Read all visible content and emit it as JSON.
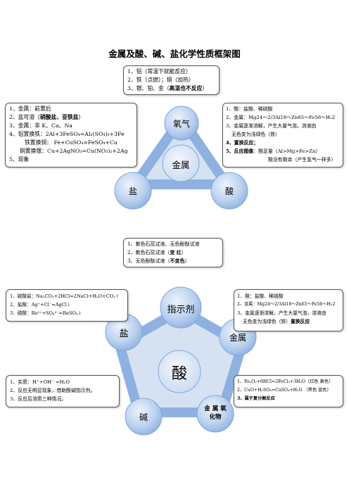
{
  "title": "金属及酸、碱、盐化学性质框架图",
  "metal_diagram": {
    "center": "金属",
    "nodes": {
      "oxygen": "氧气",
      "salt": "盐",
      "acid": "酸"
    },
    "box_top": [
      "1、铝（常温下就能反应）",
      "2、铁（点燃）；铜（加热）",
      "3、银、铂、金（",
      "高温也不反应",
      "）"
    ],
    "box_left": {
      "l1": "1、金属：前置后",
      "l2a": "2、盐可溶（",
      "l2b": "硝酸盐、亚铁盐",
      "l2c": "）",
      "l3": "3、金属：非 K、Ca、Na",
      "l4": "4、铝置换铁：2Al+3FeSO₄=Al₂(SO₄)₃+3Fe",
      "l5": "铁置换铜：  Fe+CuSO₄=FeSO₄+Cu",
      "l6": "铜置换银：Cu+2AgNO₃=Cu(NO₃)₂+2Ag",
      "l7": "5、现象"
    },
    "box_right": {
      "l1": "1、酸：盐酸、稀硫酸",
      "l2": "2、金属：Mg24～2/3Al18～Zn65～Fe56～H₂2",
      "l3": "3、金属逐渐溶解，产生大量气泡，溶液由",
      "l4": "无色变为浅绿色（铁）",
      "l5": "4、置换反应；",
      "l6a": "5、反应图像",
      "l6b": "：酸足量（Al>Mg>Fe>Zn）",
      "l7": "酸没有剩余（产生氢气一样多）"
    },
    "box_bottom": {
      "l1": "1、紫色石蕊试液、无色酚酞试液",
      "l2a": "2、紫色石蕊试液（",
      "l2b": "变  红",
      "l2c": "）",
      "l3a": "3、无色酚酞试液（",
      "l3b": "不变色",
      "l3c": "）"
    }
  },
  "acid_diagram": {
    "center": "酸",
    "nodes": {
      "indicator": "指示剂",
      "salt": "盐",
      "metal": "金属",
      "base": "碱",
      "metal_oxide": "金 属 氧 化物"
    },
    "box_left_top": {
      "l1": "1、碳酸盐：Na₂CO₃+2HCl=2NaCl+H₂O+CO₂↑",
      "l2": "2、盐酸：Ag⁺+Cl⁻=AgCl↓",
      "l3": "3、硫酸：Ba²⁺+SO₄²⁻=BaSO₄↓"
    },
    "box_right_top": {
      "l1": "1、酸：盐酸、稀硫酸",
      "l2": "2、金属：Mg24～2/3Al18～Zn65～Fe56～H₂2",
      "l3": "3、金属逐渐溶解，产生大量气泡，溶液由",
      "l4a": "无色变为浅绿色（铁）",
      "l4b": "置换反应"
    },
    "box_left_bottom": {
      "l1": "1、实质：H⁺+OH⁻ =H₂O",
      "l2": "2、反应无明显现象，借助酸碱指示剂。",
      "l3": "3、反应后溶质三种情况。"
    },
    "box_right_bottom": {
      "l1": "1、Fe₂O₃+6HCl=2FeCl₃+3H₂O（红色   黄色）",
      "l2": "2、CuO+H₂SO₄=CuSO₄+H₂O （黑色   蓝色）",
      "l3": "3、属于复分解反应"
    }
  },
  "colors": {
    "circle_light": "#dbe8f7",
    "circle_dark": "#8fb1e0",
    "triangle": "#d6e2f2",
    "line": "#7fa6db"
  }
}
